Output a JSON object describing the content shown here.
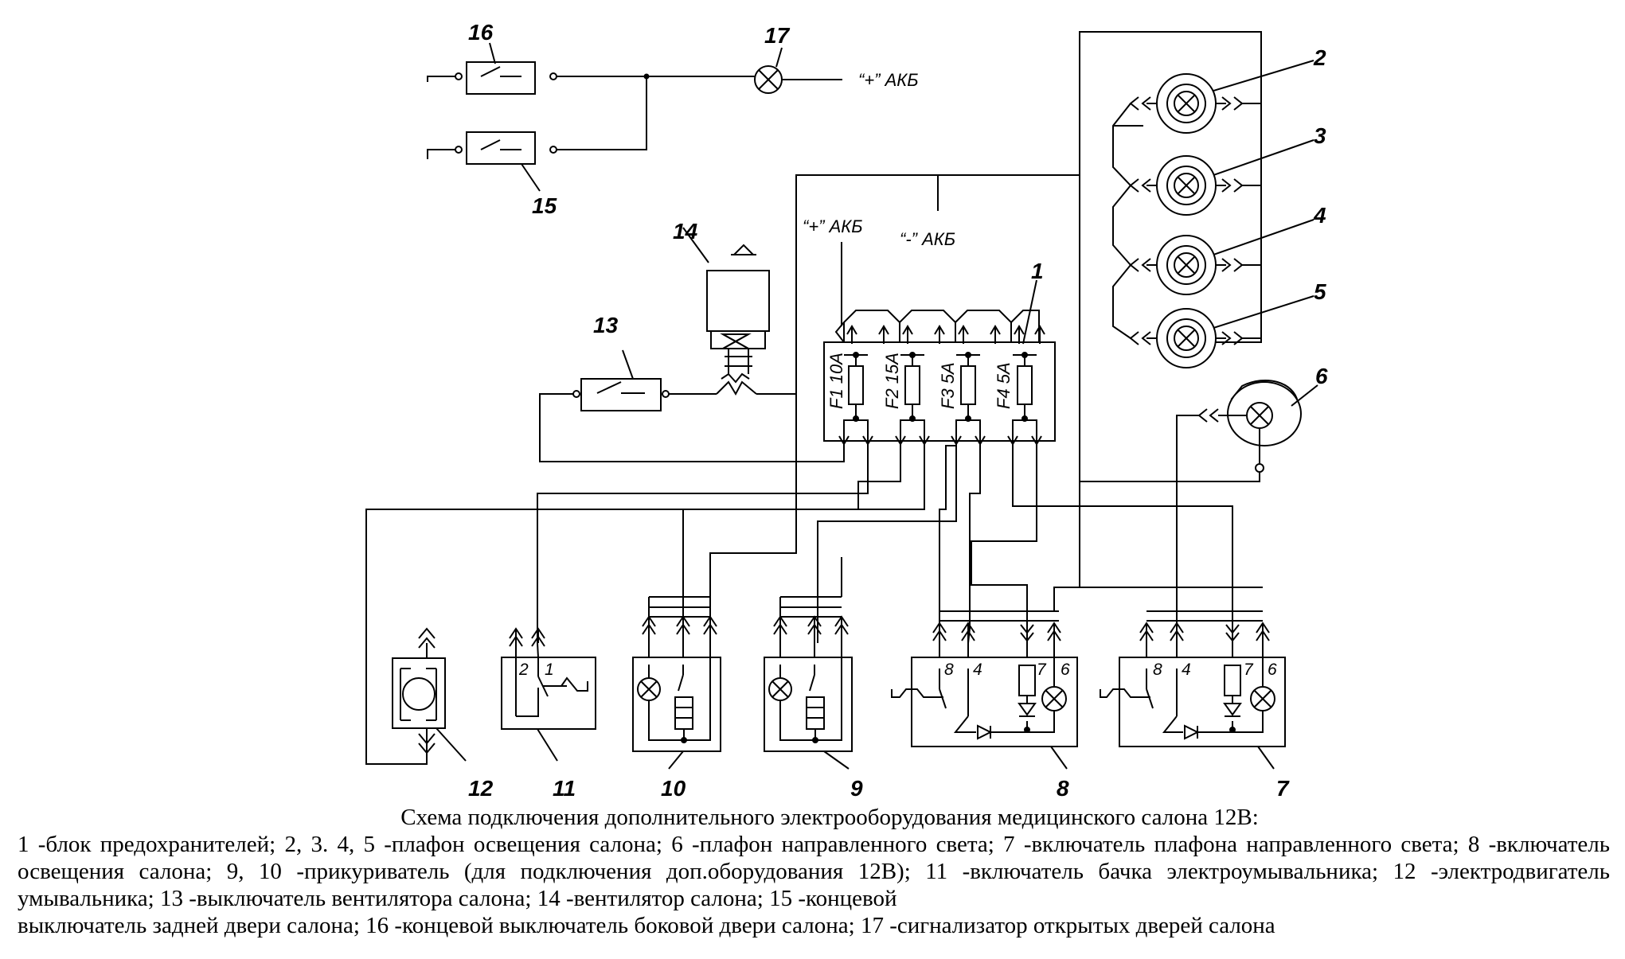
{
  "labels": {
    "n1": "1",
    "n2": "2",
    "n3": "3",
    "n4": "4",
    "n5": "5",
    "n6": "6",
    "n7": "7",
    "n8": "8",
    "n9": "9",
    "n10": "10",
    "n11": "11",
    "n12": "12",
    "n13": "13",
    "n14": "14",
    "n15": "15",
    "n16": "16",
    "n17": "17"
  },
  "terminals": {
    "plus_akb_top": "“+” АКБ",
    "plus_akb": "“+” АКБ",
    "minus_akb": "“-” АКБ"
  },
  "fuses": [
    {
      "id": "F1",
      "rating": "10А",
      "text": "F1 10А"
    },
    {
      "id": "F2",
      "rating": "15А",
      "text": "F2 15А"
    },
    {
      "id": "F3",
      "rating": "5А",
      "text": "F3   5А"
    },
    {
      "id": "F4",
      "rating": "5А",
      "text": "F4   5А"
    }
  ],
  "pins": {
    "s11_a": "2",
    "s11_b": "1",
    "s8_a": "8",
    "s8_b": "4",
    "s8_c": "7",
    "s8_d": "6",
    "s7_a": "8",
    "s7_b": "4",
    "s7_c": "7",
    "s7_d": "6"
  },
  "caption": {
    "title": "Схема подключения дополнительного электрооборудования медицинского салона 12В:",
    "body": "1 -блок предохранителей; 2, 3. 4, 5 -плафон освещения салона; 6 -плафон направленного света; 7 -включатель плафона направленного света; 8 -включатель освещения салона; 9, 10 -прикуриватель (для подключения доп.оборудования 12В); 11 -включатель бачка электроумывальника; 12 -электродвигатель умывальника; 13 -выключатель вентилятора салона; 14 -вентилятор салона; 15 -концевой",
    "last": "выключатель задней двери салона; 16 -концевой выключатель боковой двери салона; 17 -сигнализатор открытых дверей салона"
  }
}
